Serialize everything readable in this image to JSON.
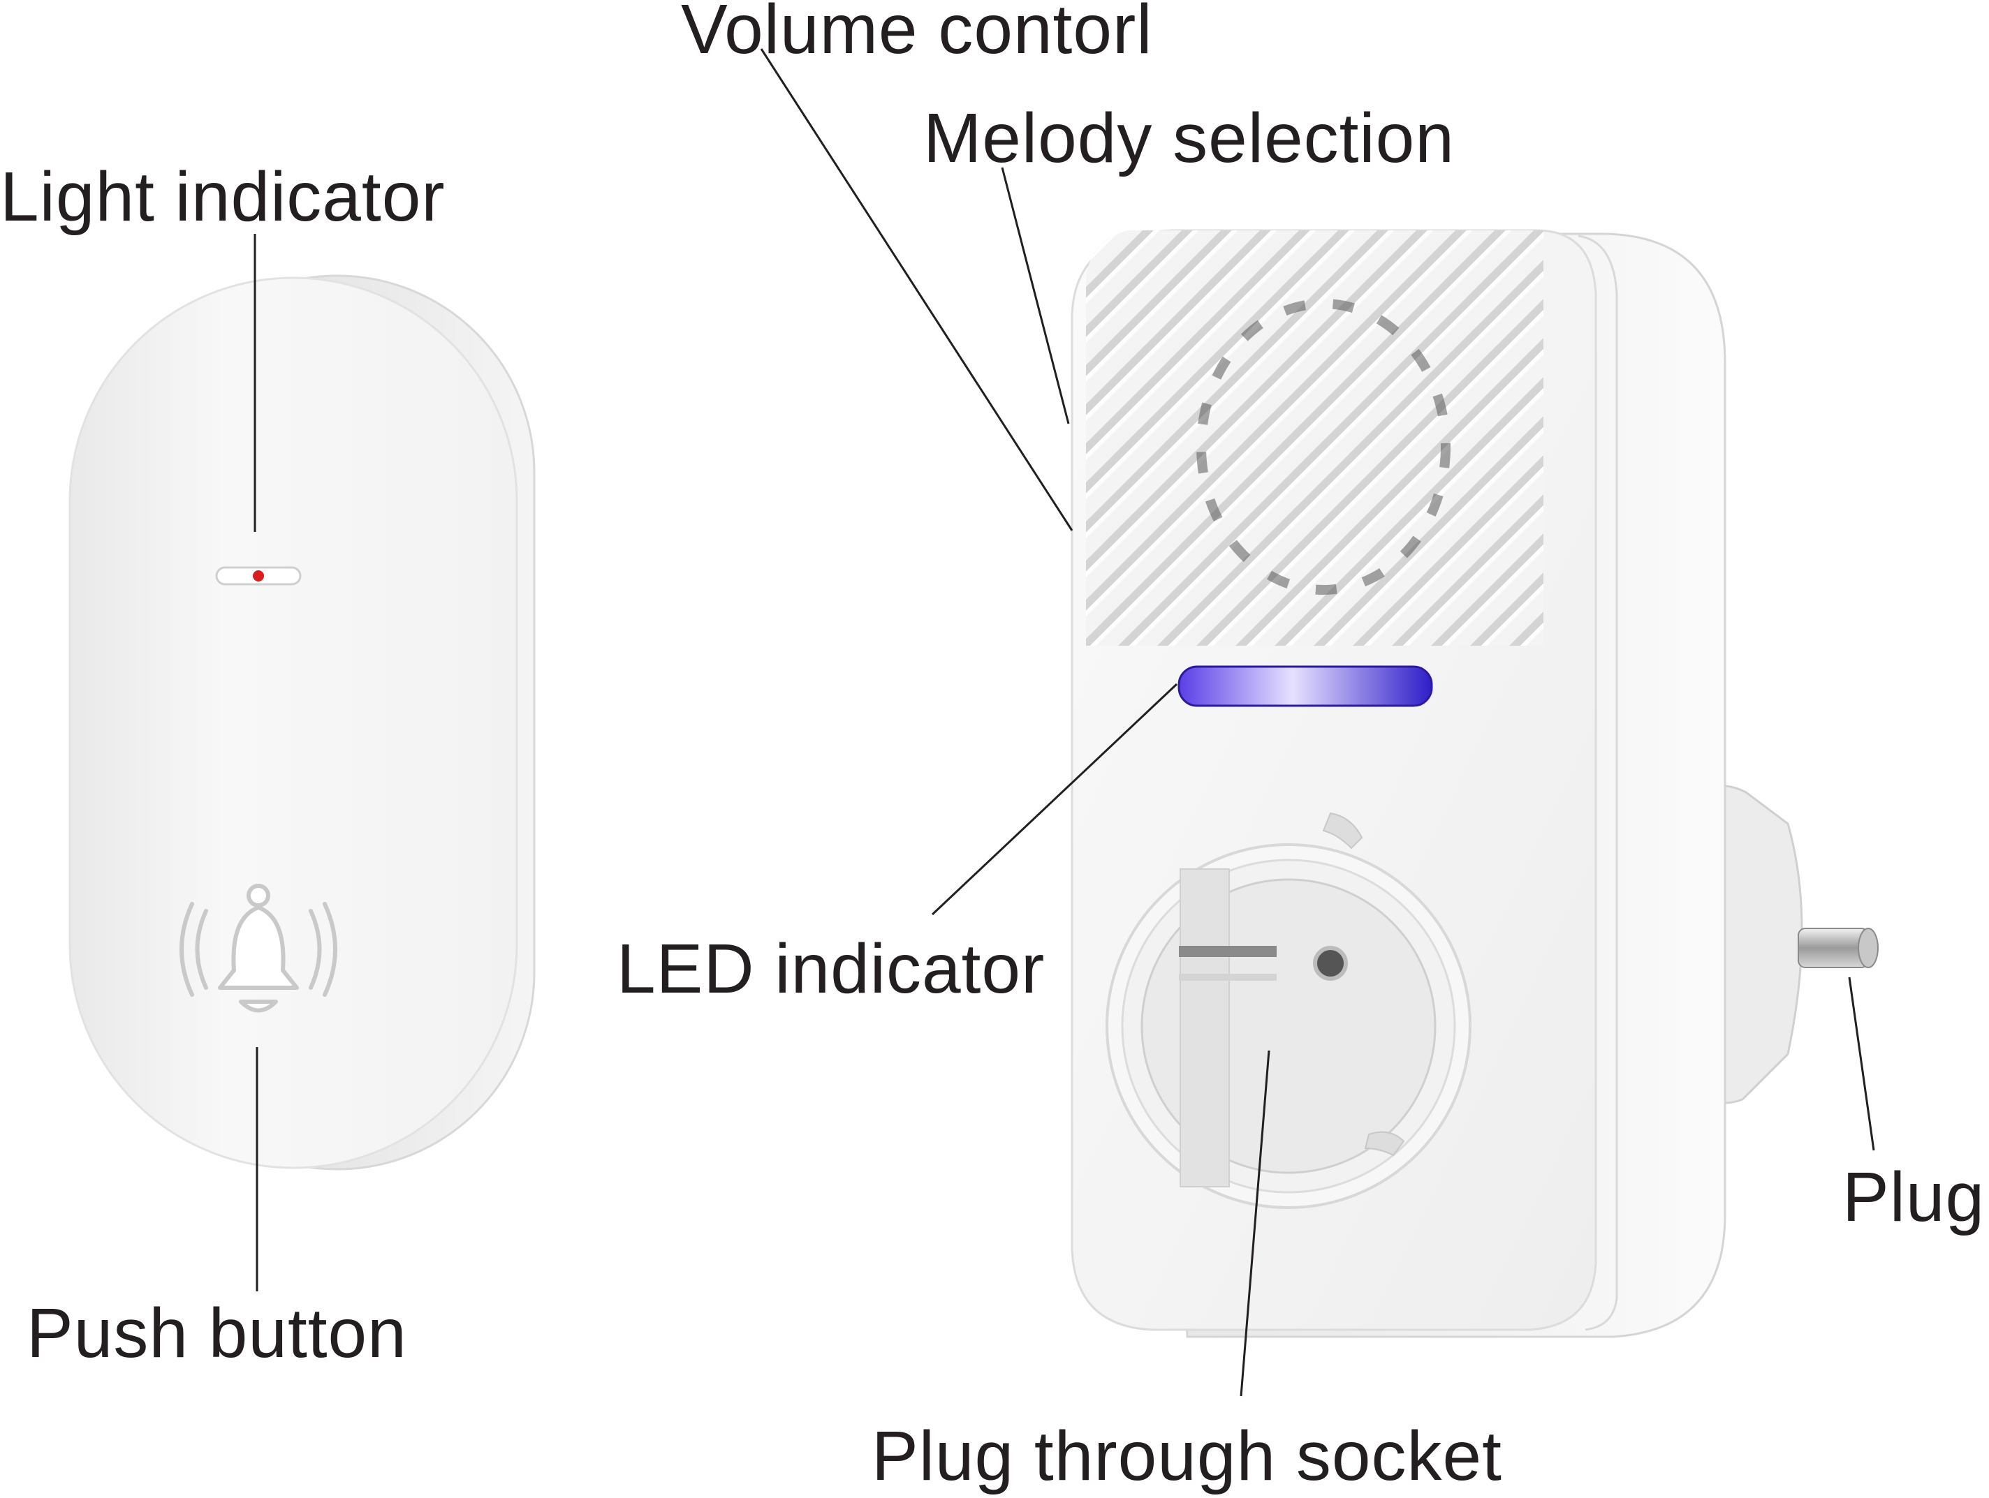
{
  "labels": {
    "volume_control": "Volume contorl",
    "melody_selection": "Melody selection",
    "light_indicator": "Light indicator",
    "led_indicator": "LED indicator",
    "push_button": "Push button",
    "plug": "Plug",
    "plug_through_socket": "Plug through socket"
  },
  "colors": {
    "device_body": "#f4f4f4",
    "led_strip": "#4a2fd0",
    "indicator_dot": "#d81e1e",
    "text": "#231f20"
  },
  "icons": {
    "doorbell_button": "bell-with-sound-waves-icon"
  }
}
